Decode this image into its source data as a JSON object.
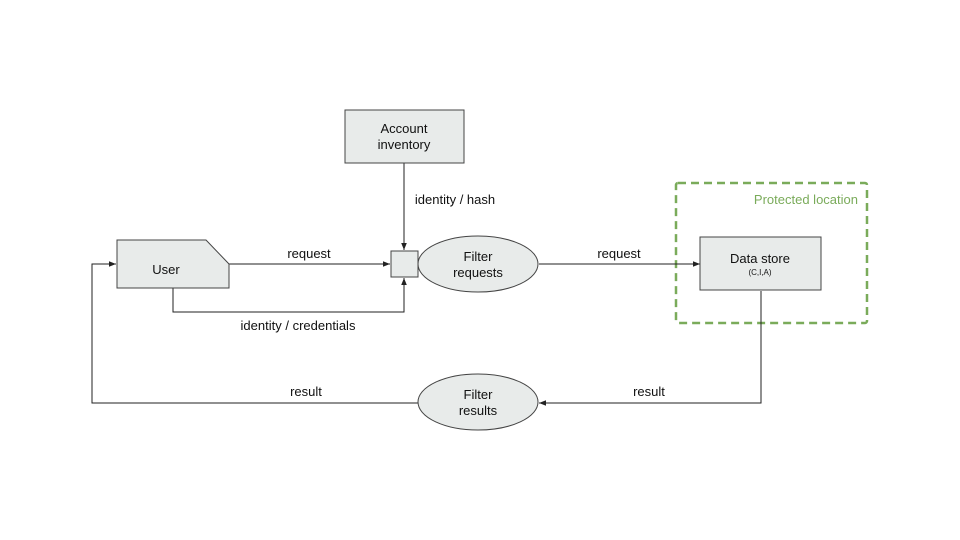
{
  "colors": {
    "node_fill": "#e8ebea",
    "node_stroke": "#444444",
    "line": "#222222",
    "zone": "#7aab5a"
  },
  "nodes": {
    "account_inventory": {
      "line1": "Account",
      "line2": "inventory"
    },
    "user": {
      "label": "User"
    },
    "filter_requests": {
      "line1": "Filter",
      "line2": "requests"
    },
    "data_store": {
      "label": "Data store",
      "sublabel": "(C,I,A)"
    },
    "filter_results": {
      "line1": "Filter",
      "line2": "results"
    }
  },
  "edges": {
    "identity_hash": "identity / hash",
    "user_request": "request",
    "identity_credentials": "identity / credentials",
    "filter_request": "request",
    "store_result": "result",
    "user_result": "result"
  },
  "zone": {
    "label": "Protected location"
  }
}
